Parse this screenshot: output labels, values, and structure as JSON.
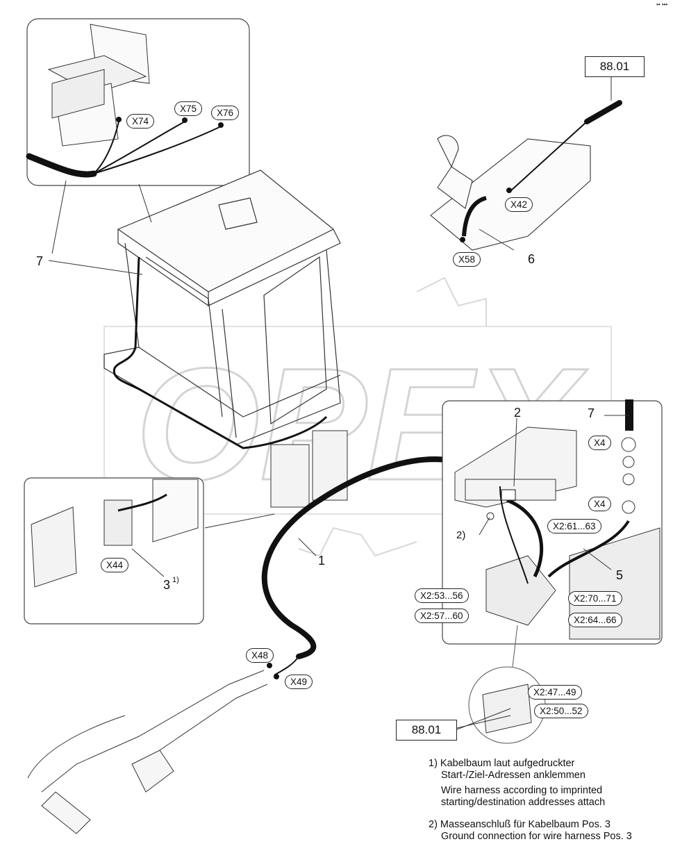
{
  "corner_mark": "•• •••",
  "refs": {
    "top_box": "88.01",
    "bottom_box": "88.01"
  },
  "connectors": {
    "x74": "X74",
    "x75": "X75",
    "x76": "X76",
    "x42": "X42",
    "x58": "X58",
    "x4_top": "X4",
    "x4_bottom": "X4",
    "x44": "X44",
    "x48": "X48",
    "x49": "X49",
    "x2_61_63": "X2:61...63",
    "x2_53_56": "X2:53...56",
    "x2_57_60": "X2:57...60",
    "x2_70_71": "X2:70...71",
    "x2_64_66": "X2:64...66",
    "x2_47_49": "X2:47...49",
    "x2_50_52": "X2:50...52"
  },
  "positions": {
    "p7_left": "7",
    "p6": "6",
    "p1": "1",
    "p2": "2",
    "p2_note": "2)",
    "p3": "3",
    "p3_sup": "1)",
    "p5": "5",
    "p7_right": "7"
  },
  "notes": {
    "n1_line1": "1) Kabelbaum laut aufgedruckter",
    "n1_line2": "Start-/Ziel-Adressen anklemmen",
    "n1_line3": "Wire harness according to imprinted",
    "n1_line4": "starting/destination addresses attach",
    "n2_line1": "2) Masseanschluß für Kabelbaum Pos. 3",
    "n2_line2": "Ground connection for wire harness Pos. 3"
  },
  "watermark": "OPEX"
}
